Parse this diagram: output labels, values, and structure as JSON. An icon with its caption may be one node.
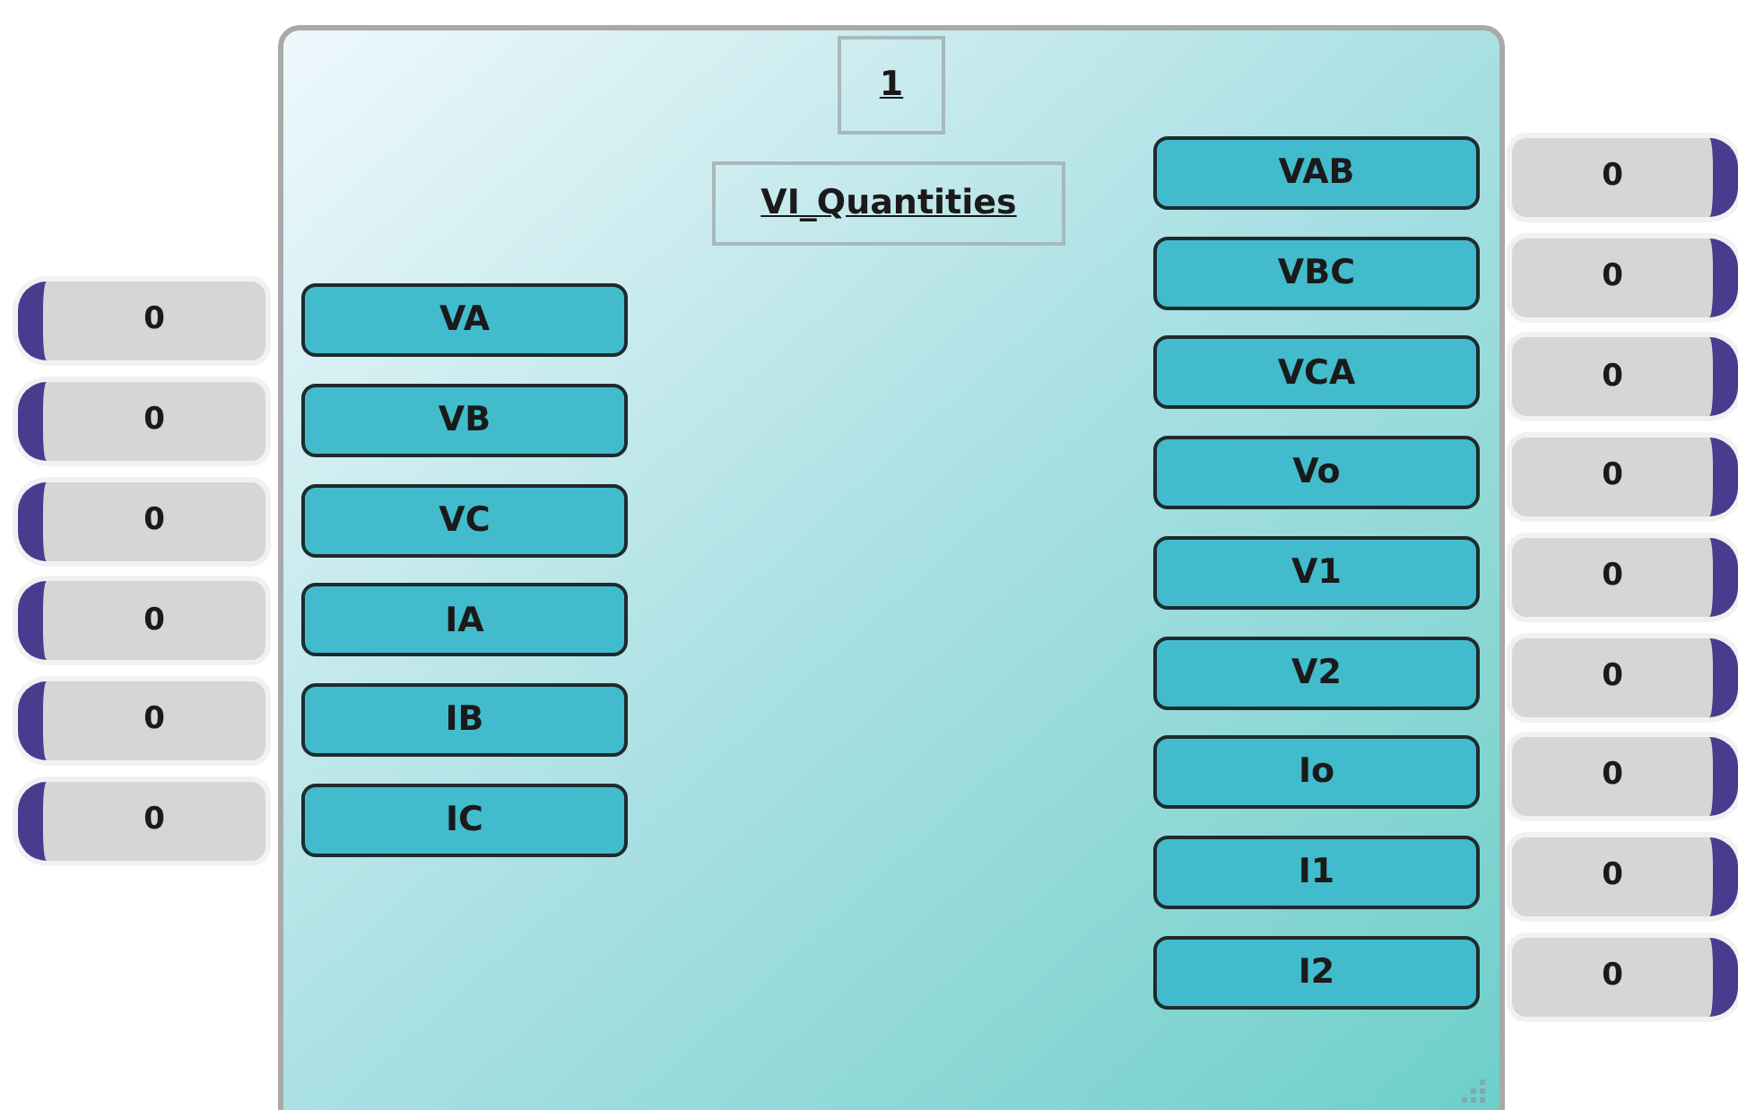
{
  "diagram": {
    "nodes": [
      {
        "text": [],
        "shape": "box"
      },
      {
        "text": [
          "1"
        ],
        "in": 0
      },
      {
        "text": [
          "VI_Quantities"
        ],
        "in": 0
      },
      {
        "text": [
          "0"
        ]
      },
      {
        "text": [
          "0"
        ]
      },
      {
        "text": [
          "0"
        ]
      },
      {
        "text": [
          "0"
        ]
      },
      {
        "text": [
          "0"
        ]
      },
      {
        "text": [
          "0"
        ]
      },
      {
        "text": [
          "VA"
        ],
        "in": 0
      },
      {
        "text": [
          "VB"
        ],
        "in": 0
      },
      {
        "text": [
          "VC"
        ],
        "in": 0
      },
      {
        "text": [
          "IA"
        ],
        "in": 0
      },
      {
        "text": [
          "IB"
        ],
        "in": 0
      },
      {
        "text": [
          "IC"
        ],
        "in": 0
      },
      {
        "text": [
          "VAB"
        ],
        "in": 0
      },
      {
        "text": [
          "VBC"
        ],
        "in": 0
      },
      {
        "text": [
          "VCA"
        ],
        "in": 0
      },
      {
        "text": [
          "Vo"
        ],
        "in": 0
      },
      {
        "text": [
          "V1"
        ],
        "in": 0
      },
      {
        "text": [
          "V2"
        ],
        "in": 0
      },
      {
        "text": [
          "Io"
        ],
        "in": 0
      },
      {
        "text": [
          "I1"
        ],
        "in": 0
      },
      {
        "text": [
          "I2"
        ],
        "in": 0
      },
      {
        "text": [
          "0"
        ]
      },
      {
        "text": [
          "0"
        ]
      },
      {
        "text": [
          "0"
        ]
      },
      {
        "text": [
          "0"
        ]
      },
      {
        "text": [
          "0"
        ]
      },
      {
        "text": [
          "0"
        ]
      },
      {
        "text": [
          "0"
        ]
      },
      {
        "text": [
          "0"
        ]
      },
      {
        "text": [
          "0"
        ]
      }
    ]
  }
}
